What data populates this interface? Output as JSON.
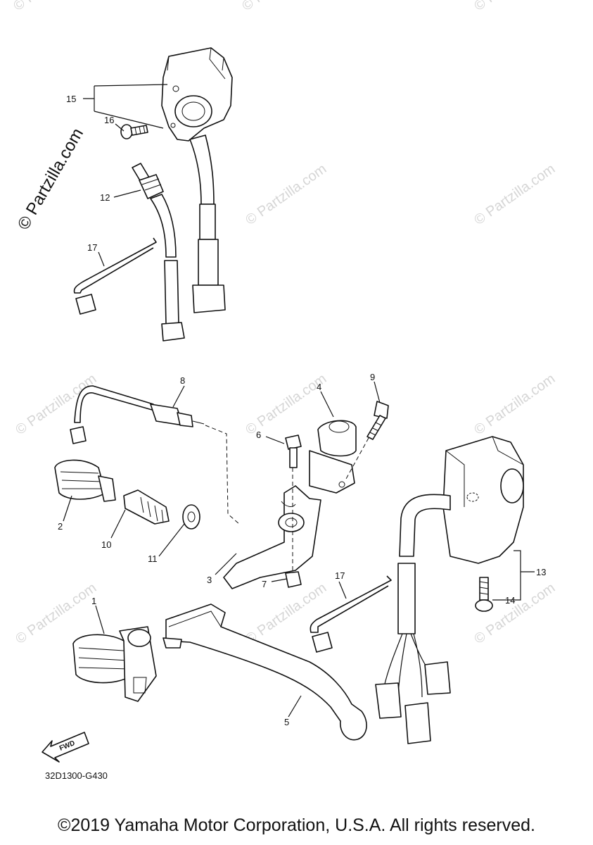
{
  "watermark": {
    "text": "© Partzilla.com"
  },
  "diagram": {
    "code": "32D1300-G430",
    "fwd": "FWD",
    "callouts": {
      "c1": "1",
      "c2": "2",
      "c3": "3",
      "c4": "4",
      "c5": "5",
      "c6": "6",
      "c7": "7",
      "c8": "8",
      "c9": "9",
      "c10": "10",
      "c11": "11",
      "c12": "12",
      "c13": "13",
      "c14": "14",
      "c15": "15",
      "c16": "16",
      "c17a": "17",
      "c17b": "17"
    }
  },
  "copyright": "©2019 Yamaha Motor Corporation, U.S.A. All rights reserved."
}
